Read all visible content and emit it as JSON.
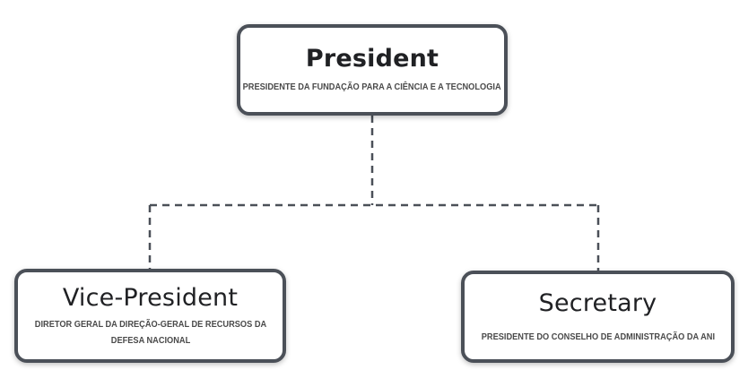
{
  "diagram": {
    "type": "org-chart",
    "line_color": "#4b5058",
    "box_border_color": "#4b5058",
    "nodes": {
      "president": {
        "title": "President",
        "subtitle": "PRESIDENTE DA FUNDAÇÃO PARA A CIÊNCIA E A TECNOLOGIA"
      },
      "vice_president": {
        "title": "Vice-President",
        "subtitle": "DIRETOR  GERAL DA DIREÇÃO-GERAL DE RECURSOS DA DEFESA NACIONAL"
      },
      "secretary": {
        "title": "Secretary",
        "subtitle": "PRESIDENTE DO CONSELHO DE ADMINISTRAÇÃO DA ANI"
      }
    },
    "edges": [
      {
        "from": "president",
        "to": "vice_president",
        "style": "dashed"
      },
      {
        "from": "president",
        "to": "secretary",
        "style": "dashed"
      }
    ]
  }
}
